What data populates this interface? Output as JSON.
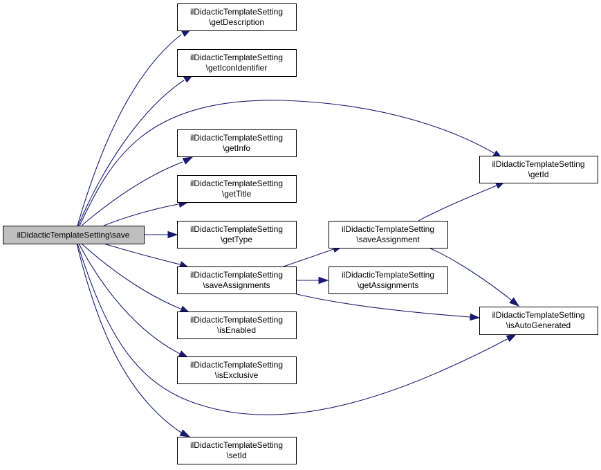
{
  "graph": {
    "type": "call-graph",
    "edge_color": "#191970",
    "root_fill": "#bfbfbf",
    "node_fill": "#ffffff",
    "nodes": [
      {
        "id": "save",
        "lines": [
          "ilDidacticTemplateSetting\\save"
        ],
        "root": true
      },
      {
        "id": "getDescription",
        "lines": [
          "ilDidacticTemplateSetting",
          "\\getDescription"
        ]
      },
      {
        "id": "getIconIdentifier",
        "lines": [
          "ilDidacticTemplateSetting",
          "\\getIconIdentifier"
        ]
      },
      {
        "id": "getInfo",
        "lines": [
          "ilDidacticTemplateSetting",
          "\\getInfo"
        ]
      },
      {
        "id": "getTitle",
        "lines": [
          "ilDidacticTemplateSetting",
          "\\getTitle"
        ]
      },
      {
        "id": "getType",
        "lines": [
          "ilDidacticTemplateSetting",
          "\\getType"
        ]
      },
      {
        "id": "saveAssignments",
        "lines": [
          "ilDidacticTemplateSetting",
          "\\saveAssignments"
        ]
      },
      {
        "id": "isEnabled",
        "lines": [
          "ilDidacticTemplateSetting",
          "\\isEnabled"
        ]
      },
      {
        "id": "isExclusive",
        "lines": [
          "ilDidacticTemplateSetting",
          "\\isExclusive"
        ]
      },
      {
        "id": "setId",
        "lines": [
          "ilDidacticTemplateSetting",
          "\\setId"
        ]
      },
      {
        "id": "saveAssignment",
        "lines": [
          "ilDidacticTemplateSetting",
          "\\saveAssignment"
        ]
      },
      {
        "id": "getAssignments",
        "lines": [
          "ilDidacticTemplateSetting",
          "\\getAssignments"
        ]
      },
      {
        "id": "getId",
        "lines": [
          "ilDidacticTemplateSetting",
          "\\getId"
        ]
      },
      {
        "id": "isAutoGenerated",
        "lines": [
          "ilDidacticTemplateSetting",
          "\\isAutoGenerated"
        ]
      }
    ],
    "edges": [
      {
        "from": "save",
        "to": "getDescription"
      },
      {
        "from": "save",
        "to": "getIconIdentifier"
      },
      {
        "from": "save",
        "to": "getId"
      },
      {
        "from": "save",
        "to": "getInfo"
      },
      {
        "from": "save",
        "to": "getTitle"
      },
      {
        "from": "save",
        "to": "getType"
      },
      {
        "from": "save",
        "to": "saveAssignments"
      },
      {
        "from": "save",
        "to": "isEnabled"
      },
      {
        "from": "save",
        "to": "isExclusive"
      },
      {
        "from": "save",
        "to": "isAutoGenerated"
      },
      {
        "from": "save",
        "to": "setId"
      },
      {
        "from": "saveAssignments",
        "to": "saveAssignment"
      },
      {
        "from": "saveAssignments",
        "to": "getAssignments"
      },
      {
        "from": "saveAssignments",
        "to": "isAutoGenerated"
      },
      {
        "from": "saveAssignment",
        "to": "getId"
      },
      {
        "from": "saveAssignment",
        "to": "isAutoGenerated"
      }
    ]
  }
}
